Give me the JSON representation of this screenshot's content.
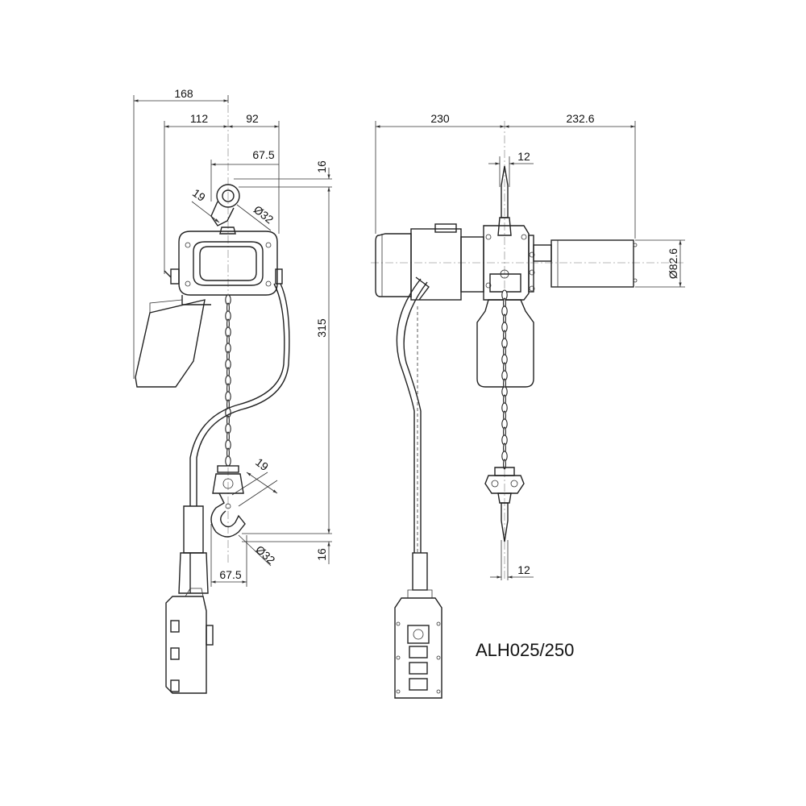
{
  "model": "ALH025/250",
  "side_view": {
    "dims": {
      "overall_width": "168",
      "left_to_center": "112",
      "center_to_right": "92",
      "hook_offset_top": "67.5",
      "hook_throat_top": "19",
      "hook_diameter_top": "Ø32",
      "top_gap": "16",
      "headroom": "315",
      "hook_throat_bottom": "19",
      "hook_diameter_bottom": "Ø32",
      "bottom_gap": "16",
      "hook_offset_bottom": "67.5"
    }
  },
  "front_view": {
    "dims": {
      "left_width": "230",
      "right_width": "232.6",
      "hook_width_top": "12",
      "motor_diameter": "Ø82.6",
      "hook_width_bottom": "12"
    }
  }
}
